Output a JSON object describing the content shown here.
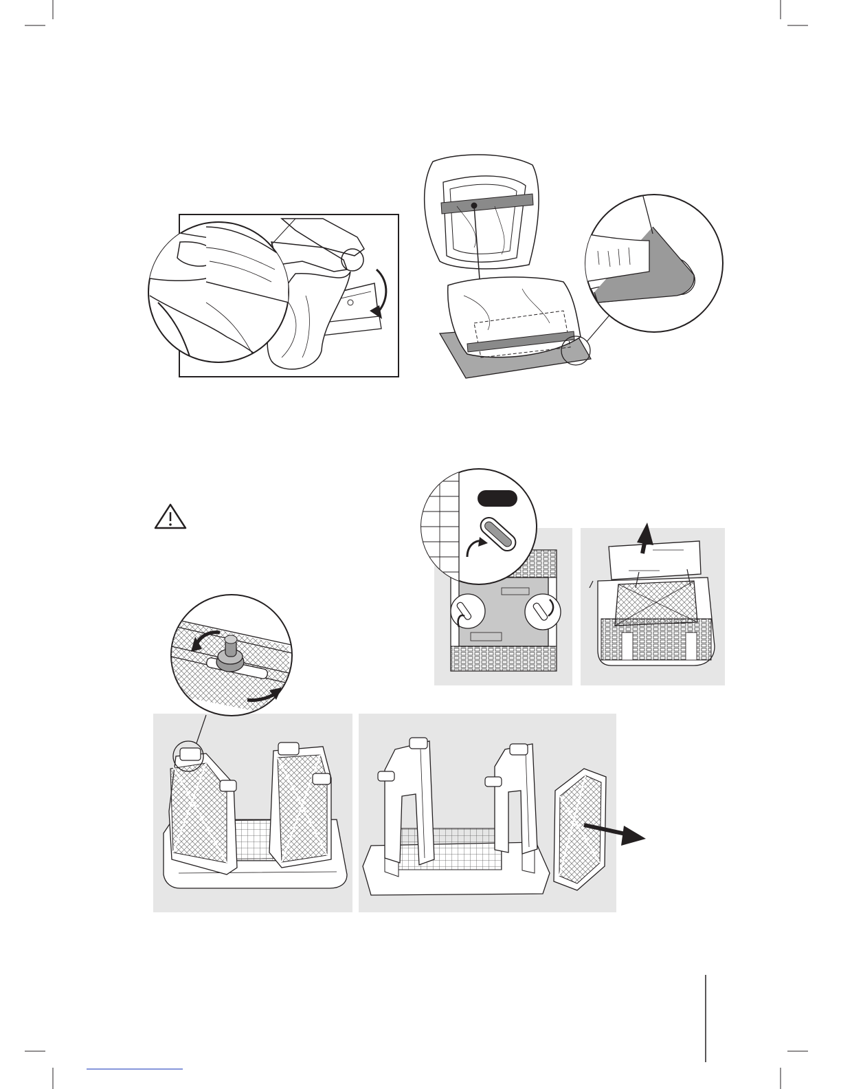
{
  "page": {
    "background": "#ffffff",
    "line_color": "#231f20",
    "panel_gray": "#e6e6e6",
    "icons": [
      "crop-mark-icon",
      "warning-triangle-icon",
      "rotate-arrow-icon",
      "lift-arrow-icon",
      "pull-arrow-icon"
    ]
  },
  "figures": [
    {
      "name": "filter-bag-fold-figure"
    },
    {
      "name": "filter-bag-fit-figure"
    },
    {
      "name": "filter-release-knob-figure"
    },
    {
      "name": "filter-lift-out-figure"
    },
    {
      "name": "filter-panel-latch-figure"
    },
    {
      "name": "filter-panel-removal-figure"
    }
  ]
}
